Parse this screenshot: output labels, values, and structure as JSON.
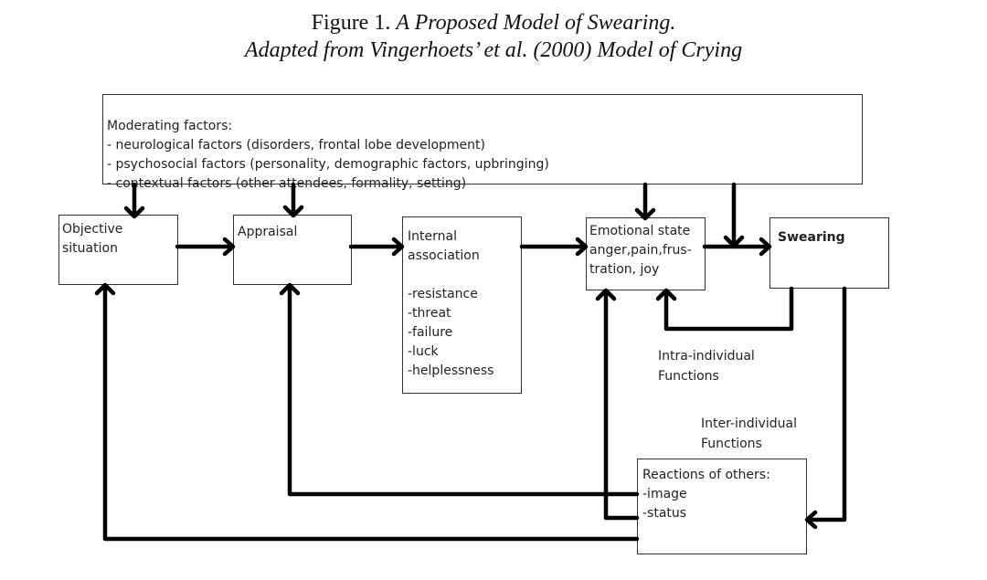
{
  "title": {
    "figure_label": "Figure 1.",
    "line1_italic": "A Proposed Model of Swearing.",
    "line2": "Adapted from Vingerhoets’ et al. (2000) Model of Crying"
  },
  "moderating": {
    "heading": "Moderating factors:",
    "items": [
      "- neurological factors (disorders, frontal lobe development)",
      "- psychosocial factors (personality, demographic factors, upbringing)",
      "- contextual factors (other attendees, formality, setting)"
    ]
  },
  "nodes": {
    "objective": {
      "line1": "Objective",
      "line2": "situation"
    },
    "appraisal": {
      "line1": "Appraisal"
    },
    "internal": {
      "line1": "Internal",
      "line2": "association",
      "items": [
        "-resistance",
        "-threat",
        "-failure",
        "-luck",
        "-helplessness"
      ]
    },
    "emotional": {
      "line1": "Emotional state",
      "line2": "anger,pain,frus-",
      "line3": "tration, joy"
    },
    "swearing": {
      "label": "Swearing"
    },
    "reactions": {
      "line1": "Reactions of others:",
      "line2": "-image",
      "line3": "-status"
    }
  },
  "labels": {
    "intra_line1": "Intra-individual",
    "intra_line2": "Functions",
    "inter_line1": "Inter-individual",
    "inter_line2": "Functions"
  }
}
